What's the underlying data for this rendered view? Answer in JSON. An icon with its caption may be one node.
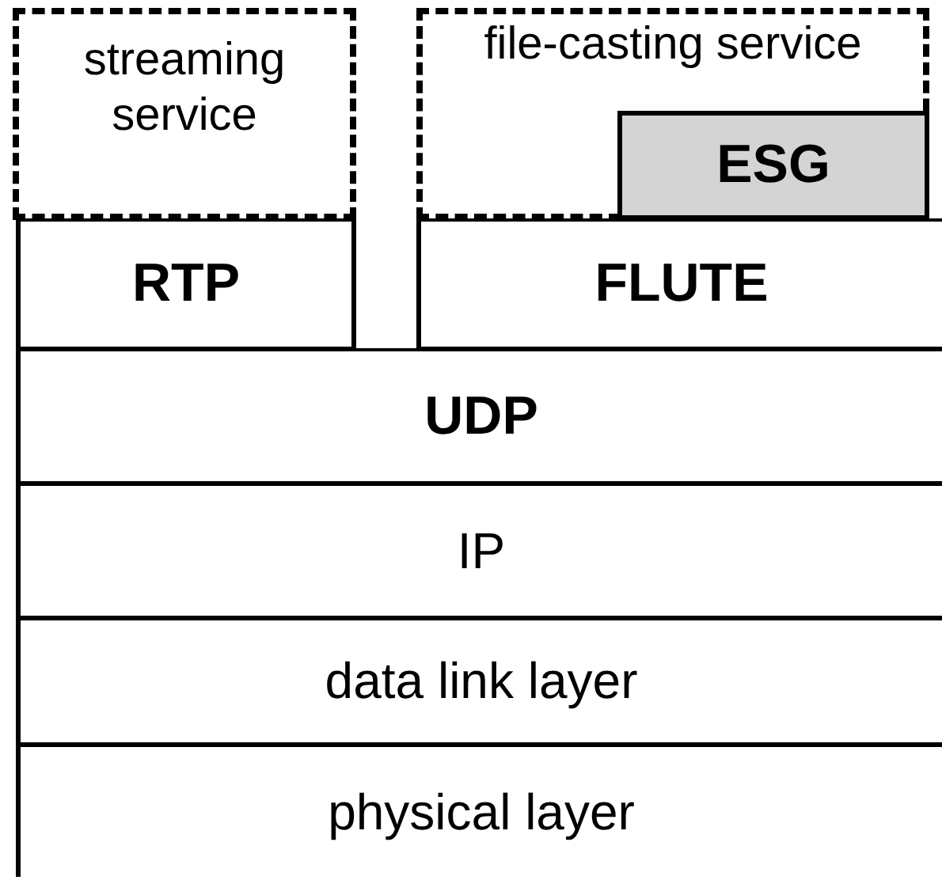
{
  "diagram": {
    "nodes": [
      {
        "text": [
          "streaming service"
        ]
      },
      {
        "text": [
          "file-casting service"
        ]
      },
      {
        "text": [
          "ESG"
        ],
        "in": 1
      },
      {
        "text": [
          "RTP"
        ]
      },
      {
        "text": [
          "FLUTE"
        ]
      },
      {
        "text": [
          "UDP"
        ]
      },
      {
        "text": [
          "IP"
        ]
      },
      {
        "text": [
          "data link layer"
        ]
      },
      {
        "text": [
          "physical layer"
        ]
      }
    ]
  }
}
